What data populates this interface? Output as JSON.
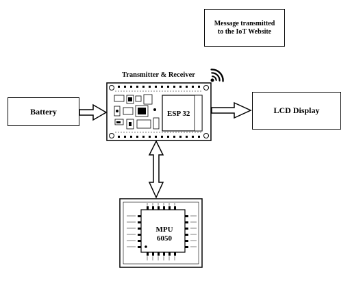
{
  "blocks": {
    "battery": "Battery",
    "lcd": "LCD Display",
    "message_line1": "Message transmitted",
    "message_line2": "to the IoT Website",
    "transceiver_label": "Transmitter & Receiver",
    "esp": "ESP 32",
    "mpu_line1": "MPU",
    "mpu_line2": "6050"
  },
  "icons": {
    "wifi": "wifi-icon"
  }
}
